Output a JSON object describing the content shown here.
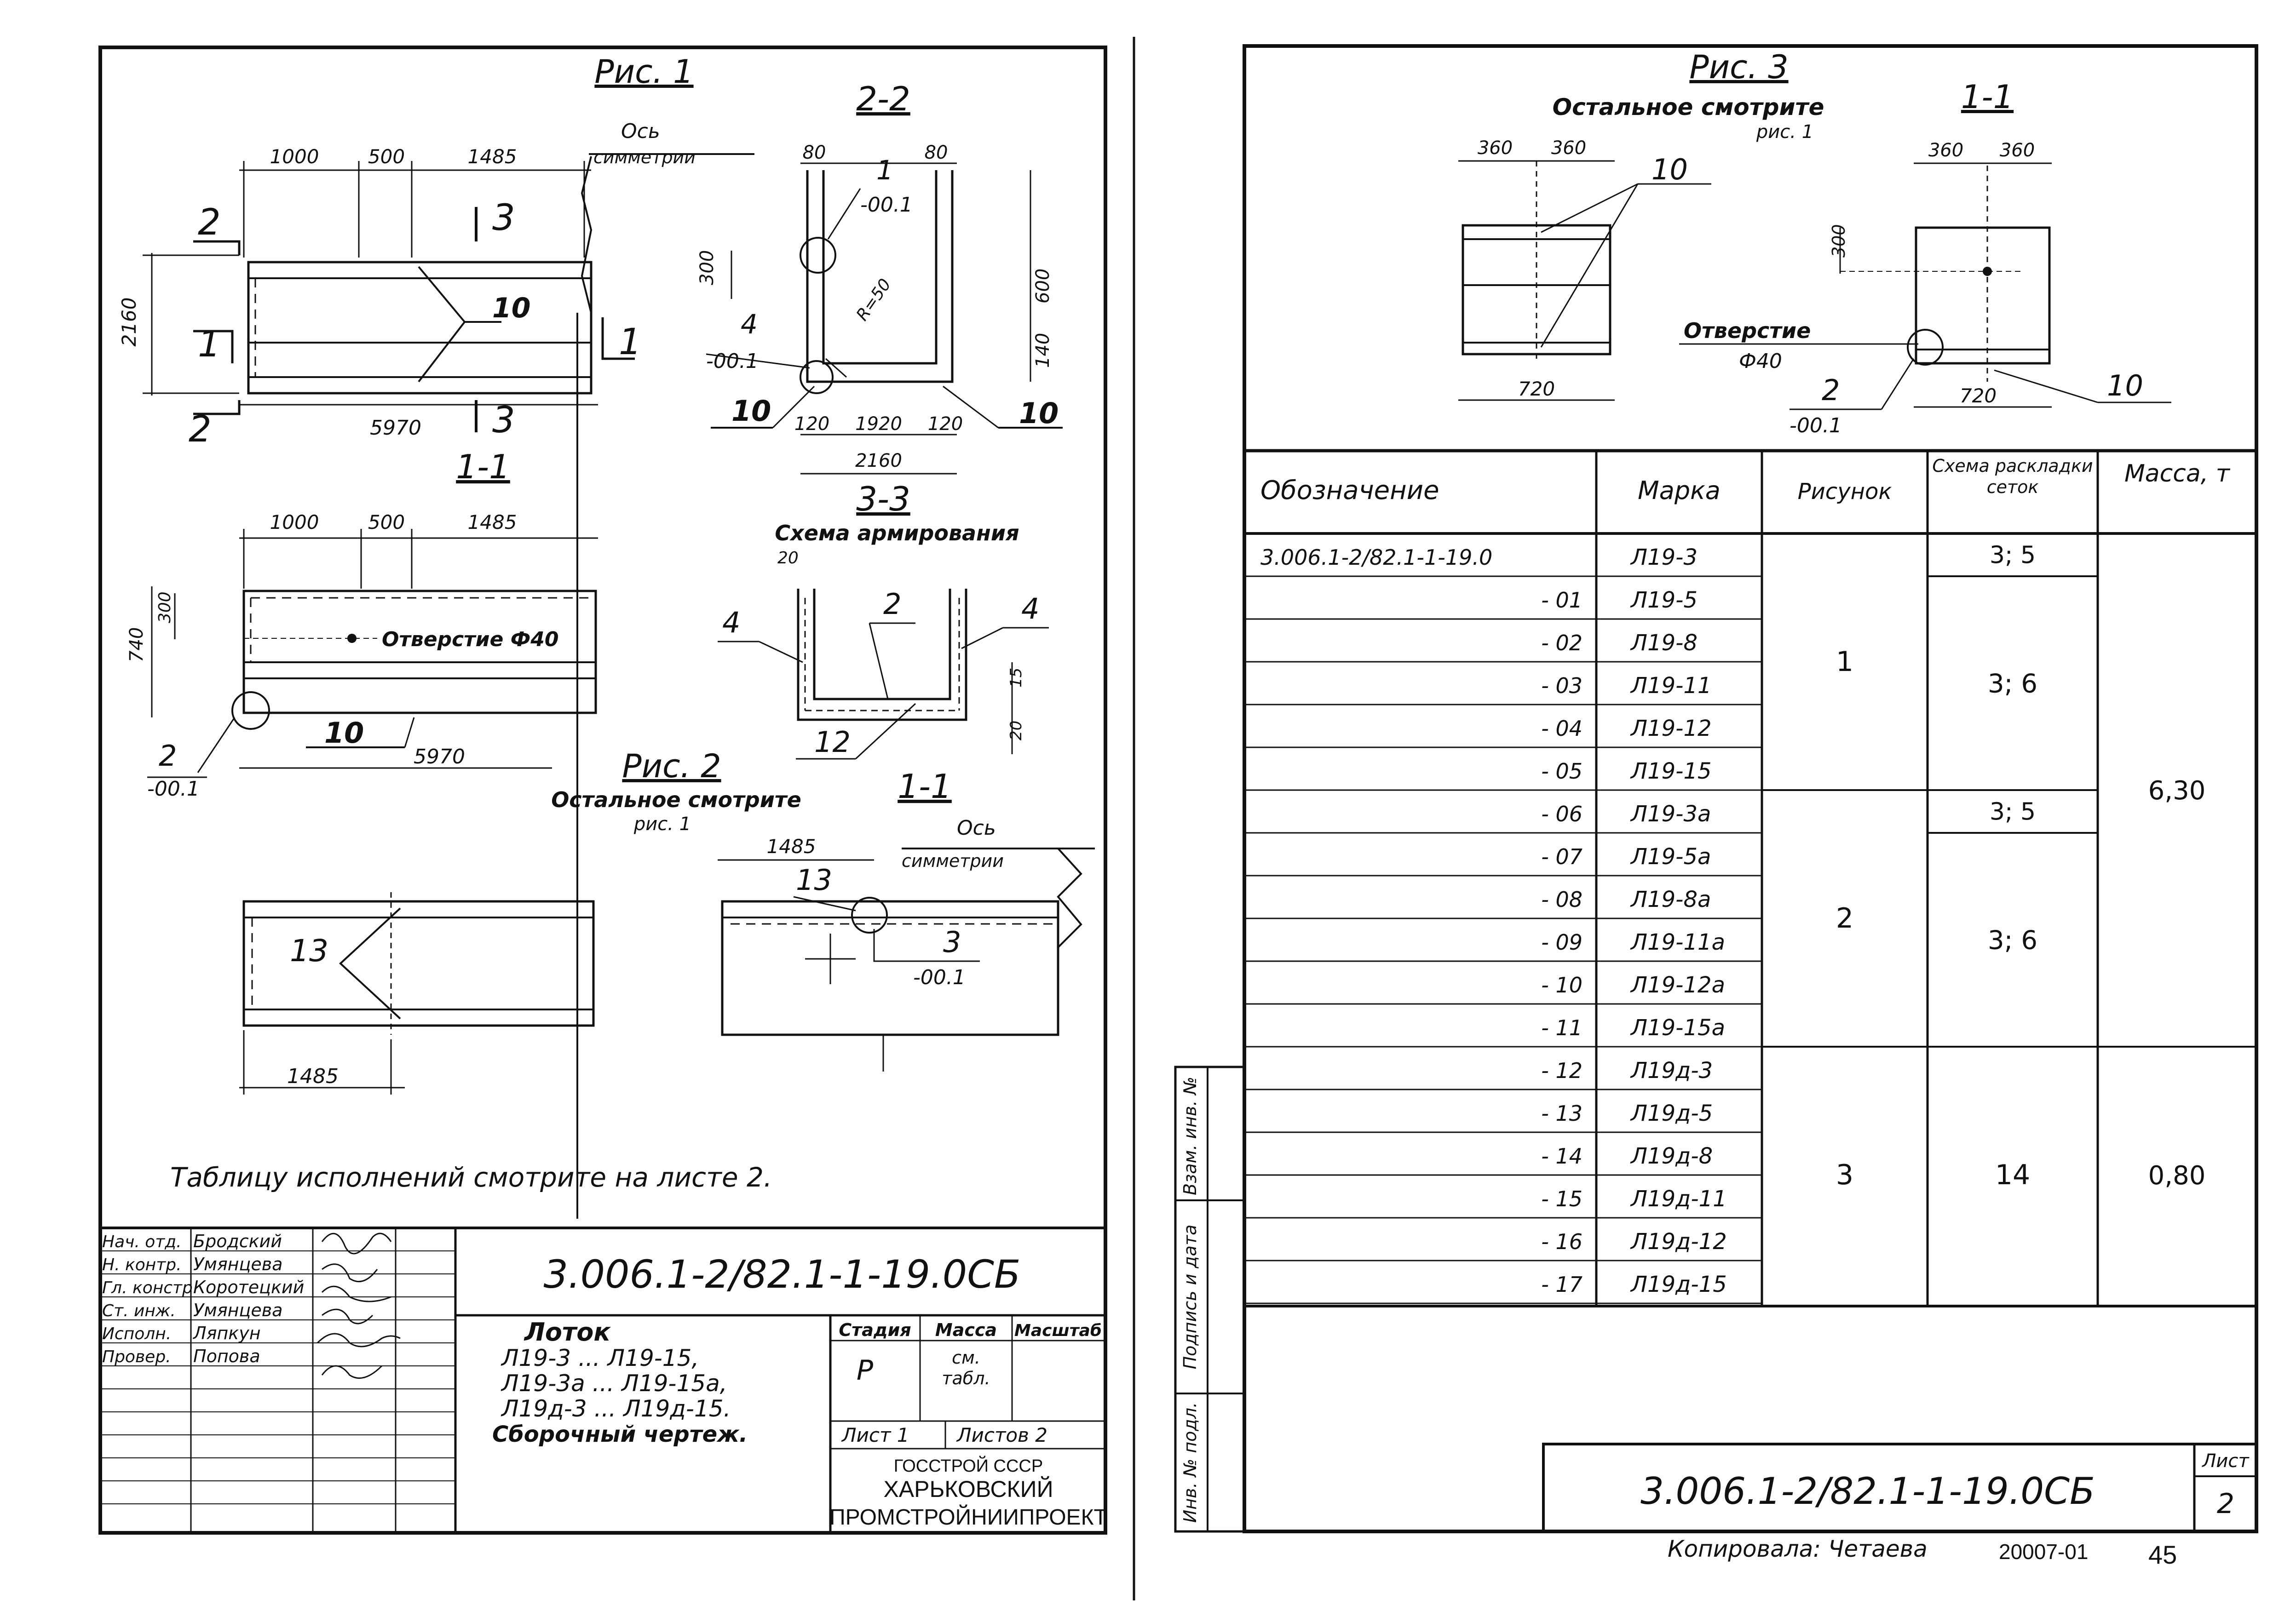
{
  "sheet1": {
    "fig1": {
      "title": "Рис. 1",
      "axis_label_1": "Ось",
      "axis_label_2": "симметрии",
      "dims_top": [
        "1000",
        "500",
        "1485"
      ],
      "dim_left": "2160",
      "dim_bottom": "5970",
      "section_marks": [
        "2",
        "2",
        "3",
        "3",
        "1",
        "1"
      ],
      "callout": "10"
    },
    "sec22": {
      "title": "2-2",
      "dims_top": [
        "80",
        "80"
      ],
      "mark1": "1",
      "mark1_level": "-00.1",
      "dim_300": "300",
      "r_label": "R=50",
      "mark4": "4",
      "mark4_level": "-00.1",
      "mark10_left": "10",
      "mark10_right": "10",
      "dims_right": [
        "600",
        "140"
      ],
      "dims_bottom": [
        "120",
        "1920",
        "120"
      ],
      "dim_total": "2160"
    },
    "sec11": {
      "title": "1-1",
      "dims_top": [
        "1000",
        "500",
        "1485"
      ],
      "dim_left_outer": "740",
      "dim_left_inner": "300",
      "hole_label": "Отверстие Ф40",
      "mark2": "2",
      "mark2_level": "-00.1",
      "mark10": "10",
      "dim_bottom": "5970"
    },
    "sec33": {
      "title": "3-3",
      "subtitle": "Схема армирования",
      "dim_20_top": "20",
      "mark4_left": "4",
      "mark2": "2",
      "mark4_right": "4",
      "mark12": "12",
      "dims_right": [
        "15",
        "20"
      ]
    },
    "fig2": {
      "title": "Рис. 2",
      "note_1": "Остальное смотрите",
      "note_2": "рис. 1",
      "mark13": "13",
      "dim_bottom": "1485"
    },
    "sec11b": {
      "title": "1-1",
      "axis_label_1": "Ось",
      "axis_label_2": "симметрии",
      "dim_top": "1485",
      "mark13": "13",
      "mark3": "3",
      "mark3_level": "-00.1"
    },
    "table_note": "Таблицу исполнений смотрите на листе 2.",
    "stamp": {
      "roles": [
        "Нач. отд.",
        "Н. контр.",
        "Гл. констр.",
        "Ст. инж.",
        "Исполн.",
        "Провер."
      ],
      "names": [
        "Бродский",
        "Умянцева",
        "Коротецкий",
        "Умянцева",
        "Ляпкун",
        "Попова"
      ],
      "code": "3.006.1-2/82.1-1-19.0СБ",
      "title_1": "Лоток",
      "title_2": "Л19-3 ... Л19-15,",
      "title_3": "Л19-3а ... Л19-15а,",
      "title_4": "Л19д-3 ... Л19д-15.",
      "title_5": "Сборочный чертеж.",
      "stage_header": "Стадия",
      "mass_header": "Масса",
      "scale_header": "Масштаб",
      "stage_value": "Р",
      "mass_value_1": "см.",
      "mass_value_2": "табл.",
      "sheet_label": "Лист 1",
      "sheets_label": "Листов 2",
      "org_1": "ГОССТРОЙ СССР",
      "org_2": "ХАРЬКОВСКИЙ",
      "org_3": "ПРОМСТРОЙНИИПРОЕКТ"
    }
  },
  "sheet2": {
    "fig3": {
      "title": "Рис. 3",
      "note_1": "Остальное смотрите",
      "note_2": "рис. 1",
      "sec_title": "1-1",
      "dims_top_left": [
        "360",
        "360"
      ],
      "dims_top_right": [
        "360",
        "360"
      ],
      "mark10_left": "10",
      "dim_300": "300",
      "hole_1": "Отверстие",
      "hole_2": "Ф40",
      "dim_720_left": "720",
      "mark2": "2",
      "mark2_level": "-00.1",
      "dim_720_right": "720",
      "mark10_right": "10"
    },
    "table": {
      "headers": [
        "Обозначение",
        "Марка",
        "Рисунок",
        "Схема раскладки сеток",
        "Масса, т"
      ],
      "rows": [
        {
          "designation": "3.006.1-2/82.1-1-19.0",
          "mark": "Л19-3"
        },
        {
          "designation": "- 01",
          "mark": "Л19-5"
        },
        {
          "designation": "- 02",
          "mark": "Л19-8"
        },
        {
          "designation": "- 03",
          "mark": "Л19-11"
        },
        {
          "designation": "- 04",
          "mark": "Л19-12"
        },
        {
          "designation": "- 05",
          "mark": "Л19-15"
        },
        {
          "designation": "- 06",
          "mark": "Л19-3а"
        },
        {
          "designation": "- 07",
          "mark": "Л19-5а"
        },
        {
          "designation": "- 08",
          "mark": "Л19-8а"
        },
        {
          "designation": "- 09",
          "mark": "Л19-11а"
        },
        {
          "designation": "- 10",
          "mark": "Л19-12а"
        },
        {
          "designation": "- 11",
          "mark": "Л19-15а"
        },
        {
          "designation": "- 12",
          "mark": "Л19д-3"
        },
        {
          "designation": "- 13",
          "mark": "Л19д-5"
        },
        {
          "designation": "- 14",
          "mark": "Л19д-8"
        },
        {
          "designation": "- 15",
          "mark": "Л19д-11"
        },
        {
          "designation": "- 16",
          "mark": "Л19д-12"
        },
        {
          "designation": "- 17",
          "mark": "Л19д-15"
        }
      ],
      "figure_groups": [
        "1",
        "2",
        "3"
      ],
      "scheme_groups": [
        "3; 5",
        "3; 6",
        "3; 5",
        "3; 6",
        "14"
      ],
      "mass_groups": [
        "6,30",
        "0,80"
      ]
    },
    "side_labels": [
      "Взам. инв. №",
      "Подпись и дата",
      "Инв. № подл."
    ],
    "code": "3.006.1-2/82.1-1-19.0СБ",
    "sheet_label": "Лист",
    "sheet_number": "2",
    "footer": "Копировала: Четаева",
    "footer_number": "20007-01",
    "footer_page": "45"
  }
}
